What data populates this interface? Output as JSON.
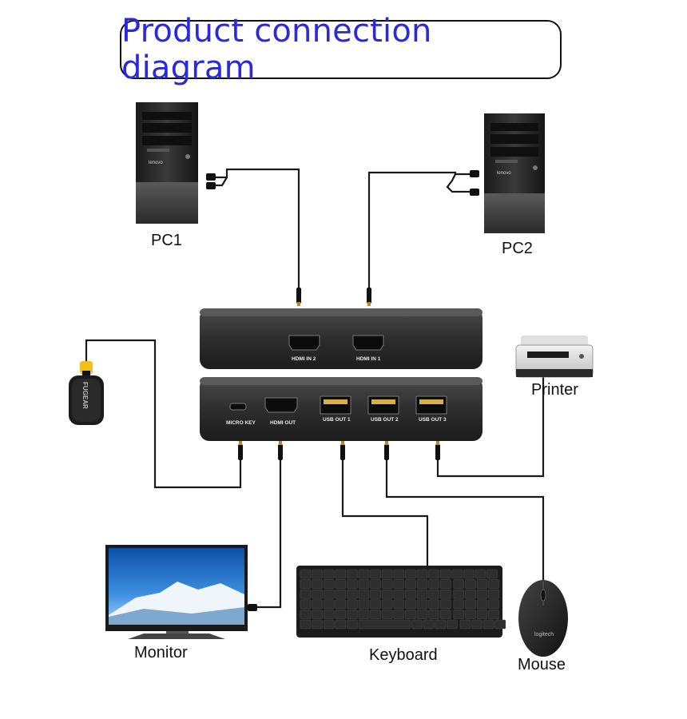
{
  "title": "Product connection diagram",
  "labels": {
    "pc1": "PC1",
    "pc2": "PC2",
    "printer": "Printer",
    "monitor": "Monitor",
    "keyboard": "Keyboard",
    "mouse": "Mouse"
  },
  "ports": {
    "hdmi_in_2": "HDMI IN 2",
    "hdmi_in_1": "HDMI IN 1",
    "micro_key": "MICRO KEY",
    "hdmi_out": "HDMI OUT",
    "usb_out_1": "USB OUT 1",
    "usb_out_2": "USB OUT 2",
    "usb_out_3": "USB OUT 3"
  },
  "logos": {
    "fob": "FUGEAR",
    "mouse": "logitech",
    "pc": "lenovo"
  },
  "colors": {
    "title": "#2a2ad8",
    "cable": "#1a1a1a",
    "device_body": "#2b2b2b",
    "fob_ring": "#f2c018"
  }
}
